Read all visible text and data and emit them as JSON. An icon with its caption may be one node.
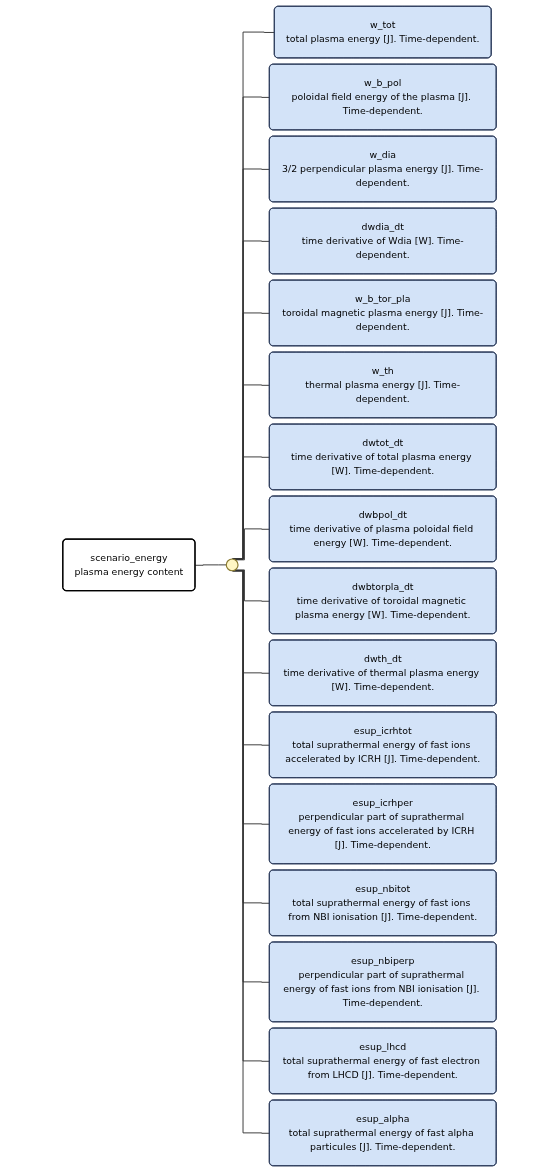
{
  "diagram": {
    "nodes": [
      {
        "text": [
          "scenario_energy",
          "plasma energy content"
        ]
      },
      {
        "text": [],
        "shape": "circle"
      },
      {
        "text": [
          "w_tot",
          "total plasma energy [J]. Time-dependent."
        ]
      },
      {
        "text": [
          "w_b_pol",
          "poloidal field energy of the plasma [J]. Time-dependent."
        ]
      },
      {
        "text": [
          "w_dia",
          "3/2 perpendicular plasma energy [J]. Time-dependent."
        ]
      },
      {
        "text": [
          "dwdia_dt",
          "time derivative of Wdia [W]. Time-dependent."
        ]
      },
      {
        "text": [
          "w_b_tor_pla",
          "toroidal magnetic plasma energy [J]. Time-dependent."
        ]
      },
      {
        "text": [
          "w_th",
          "thermal plasma energy [J]. Time-dependent."
        ]
      },
      {
        "text": [
          "dwtot_dt",
          "time derivative of total plasma energy [W]. Time-dependent."
        ]
      },
      {
        "text": [
          "dwbpol_dt",
          "time derivative of plasma poloidal field energy [W]. Time-dependent."
        ]
      },
      {
        "text": [
          "dwbtorpla_dt",
          "time derivative of toroidal magnetic plasma energy [W]. Time-dependent."
        ]
      },
      {
        "text": [
          "dwth_dt",
          "time derivative of thermal plasma energy [W]. Time-dependent."
        ]
      },
      {
        "text": [
          "esup_icrhtot",
          "total suprathermal energy of fast ions accelerated by ICRH [J]. Time-dependent."
        ]
      },
      {
        "text": [
          "esup_icrhper",
          "perpendicular part of suprathermal energy of fast ions accelerated by ICRH [J]. Time-dependent."
        ]
      },
      {
        "text": [
          "esup_nbitot",
          "total suprathermal energy of fast ions from NBI ionisation [J]. Time-dependent."
        ]
      },
      {
        "text": [
          "esup_nbiperp",
          "perpendicular part of suprathermal energy of fast ions from NBI ionisation [J]. Time-dependent."
        ]
      },
      {
        "text": [
          "esup_lhcd",
          "total suprathermal energy of fast electron from LHCD [J]. Time-dependent."
        ]
      },
      {
        "text": [
          "esup_alpha",
          "total suprathermal energy of fast alpha particules [J]. Time-dependent."
        ]
      }
    ],
    "edges": [
      {
        "from": 0,
        "to": 1,
        "arrow": "none"
      },
      {
        "from": 1,
        "to": 2,
        "arrow": "none"
      },
      {
        "from": 1,
        "to": 3,
        "arrow": "none"
      },
      {
        "from": 1,
        "to": 4,
        "arrow": "none"
      },
      {
        "from": 1,
        "to": 5,
        "arrow": "none"
      },
      {
        "from": 1,
        "to": 6,
        "arrow": "none"
      },
      {
        "from": 1,
        "to": 7,
        "arrow": "none"
      },
      {
        "from": 1,
        "to": 8,
        "arrow": "none"
      },
      {
        "from": 1,
        "to": 9,
        "arrow": "none"
      },
      {
        "from": 1,
        "to": 10,
        "arrow": "none"
      },
      {
        "from": 1,
        "to": 11,
        "arrow": "none"
      },
      {
        "from": 1,
        "to": 12,
        "arrow": "none"
      },
      {
        "from": 1,
        "to": 13,
        "arrow": "none"
      },
      {
        "from": 1,
        "to": 14,
        "arrow": "none"
      },
      {
        "from": 1,
        "to": 15,
        "arrow": "none"
      },
      {
        "from": 1,
        "to": 16,
        "arrow": "none"
      },
      {
        "from": 1,
        "to": 17,
        "arrow": "none"
      }
    ]
  }
}
